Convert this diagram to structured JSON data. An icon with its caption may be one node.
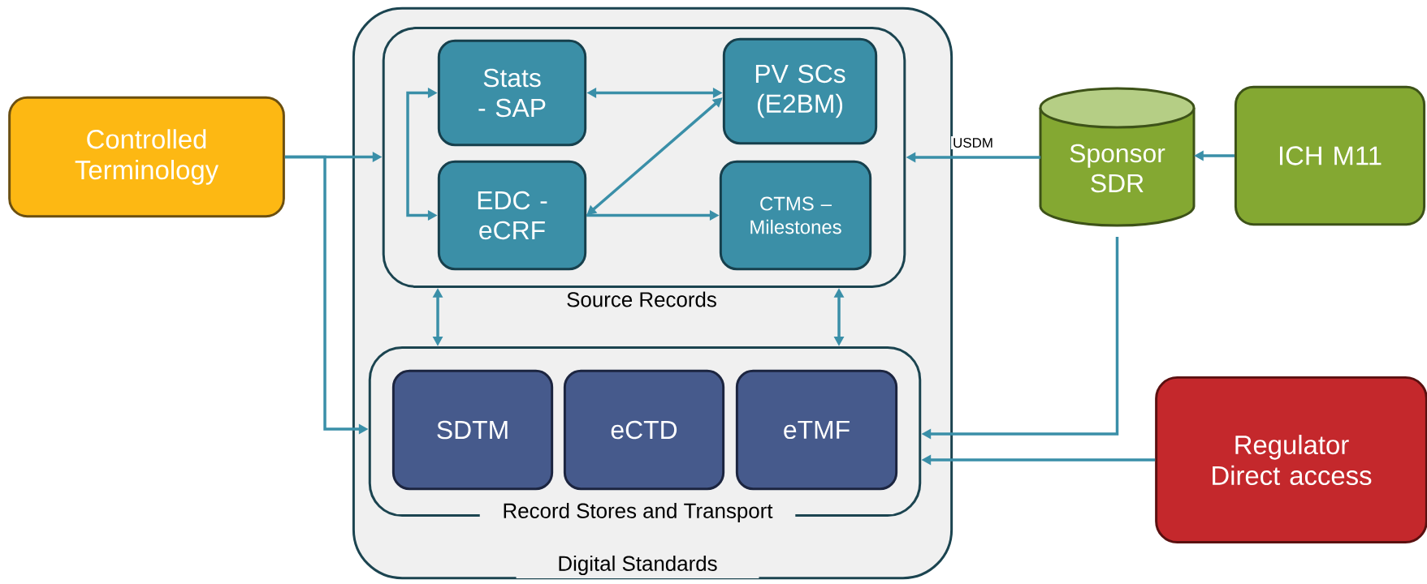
{
  "diagram": {
    "nodes": [
      {
        "text": [
          "Controlled Terminology"
        ]
      },
      {
        "text": [
          "Digital Standards"
        ]
      },
      {
        "text": [
          "Source Records"
        ],
        "in": 1
      },
      {
        "text": [
          "Stats - SAP"
        ],
        "in": 2
      },
      {
        "text": [
          "PV SCs (E2BM)"
        ],
        "in": 2
      },
      {
        "text": [
          "EDC - eCRF"
        ],
        "in": 2
      },
      {
        "text": [
          "CTMS – Milestones"
        ],
        "in": 2
      },
      {
        "text": [
          "Record Stores and Transport"
        ],
        "in": 1
      },
      {
        "text": [
          "SDTM"
        ],
        "in": 7
      },
      {
        "text": [
          "eCTD"
        ],
        "in": 7
      },
      {
        "text": [
          "eTMF"
        ],
        "in": 7
      },
      {
        "text": [
          "Sponsor SDR"
        ]
      },
      {
        "text": [
          "ICH M11"
        ]
      },
      {
        "text": [
          "Regulator Direct access"
        ]
      }
    ],
    "edges": [
      {
        "from": 0,
        "to": 2,
        "arrow": "to"
      },
      {
        "from": 0,
        "to": 7,
        "arrow": "to"
      },
      {
        "from": 3,
        "to": 4,
        "arrow": "both"
      },
      {
        "from": 3,
        "to": 5,
        "arrow": "both"
      },
      {
        "from": 5,
        "to": 4,
        "arrow": "both"
      },
      {
        "from": 5,
        "to": 6,
        "arrow": "to"
      },
      {
        "from": 2,
        "to": 7,
        "arrow": "both"
      },
      {
        "from": 2,
        "to": 7,
        "arrow": "both"
      },
      {
        "from": 11,
        "to": 2,
        "arrow": "to",
        "label": "USDM"
      },
      {
        "from": 12,
        "to": 11,
        "arrow": "to"
      },
      {
        "from": 11,
        "to": 7,
        "arrow": "to"
      },
      {
        "from": 13,
        "to": 7,
        "arrow": "to"
      }
    ]
  }
}
